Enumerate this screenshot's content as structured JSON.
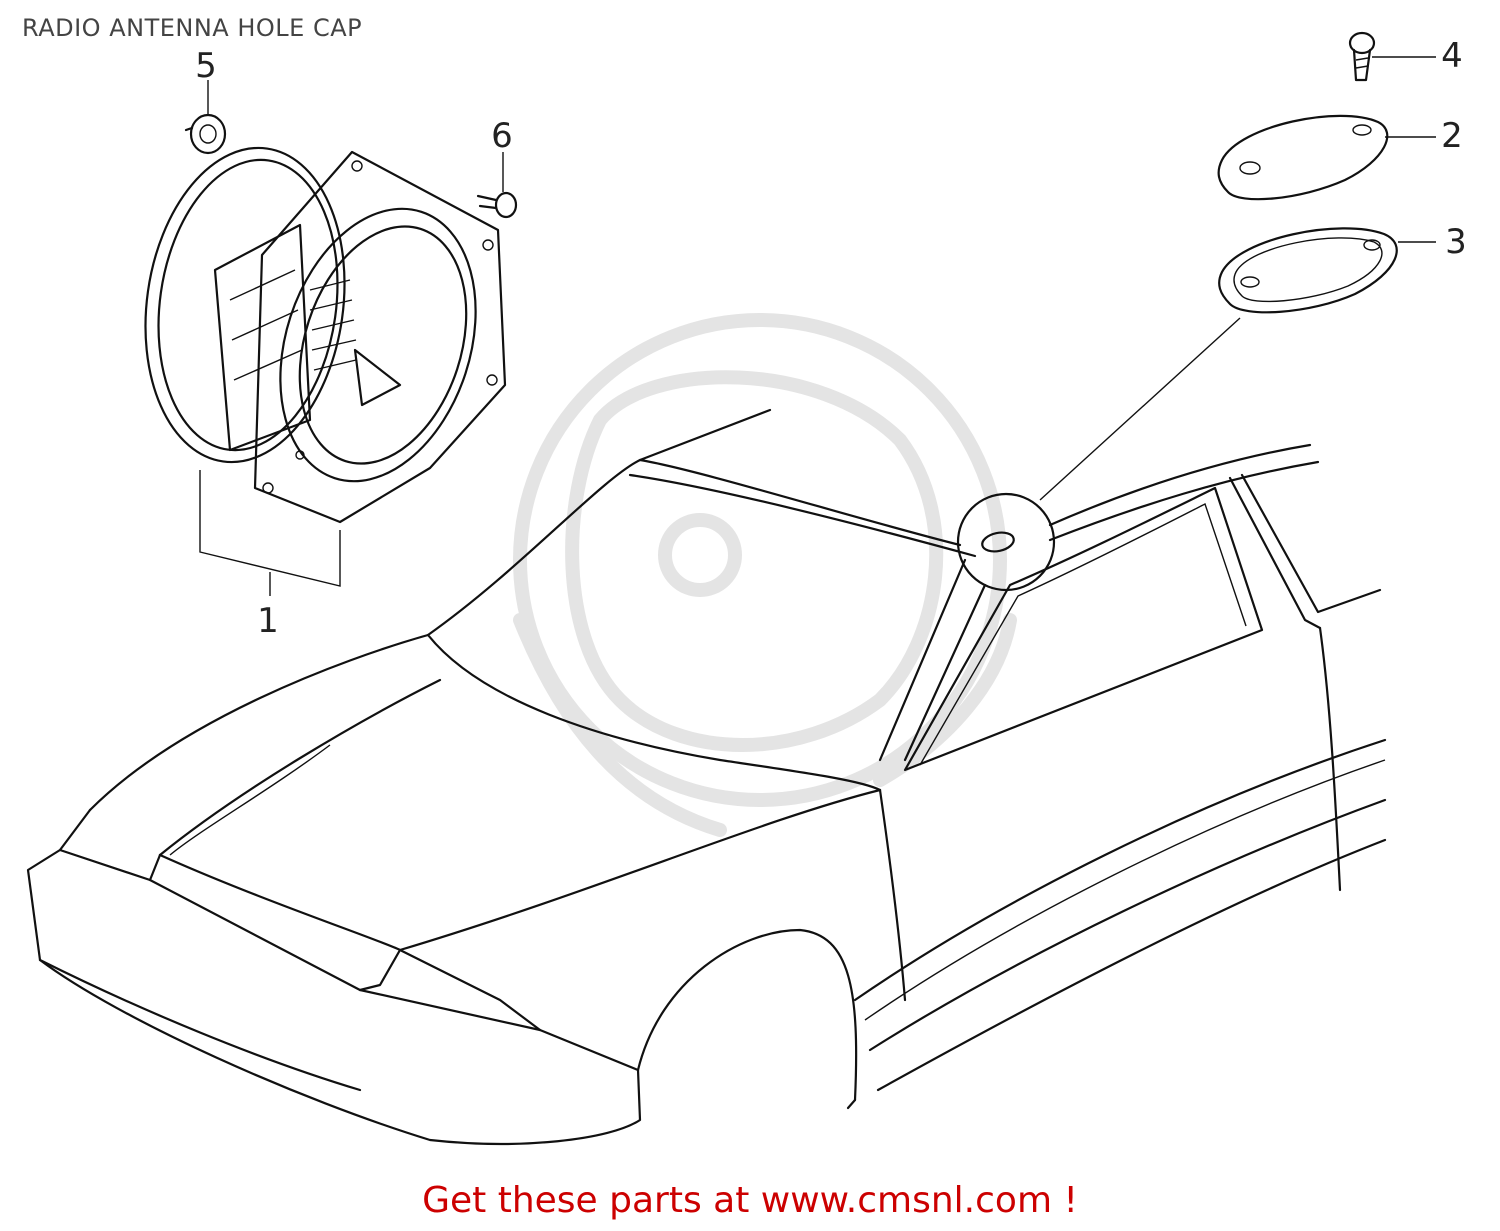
{
  "title": "RADIO ANTENNA HOLE CAP",
  "callouts": {
    "c1": "1",
    "c2": "2",
    "c3": "3",
    "c4": "4",
    "c5": "5",
    "c6": "6"
  },
  "footer": "Get these parts at www.cmsnl.com !",
  "colors": {
    "footer_text": "#cc0000",
    "line_art": "#111111",
    "watermark": "#e4e4e4"
  }
}
